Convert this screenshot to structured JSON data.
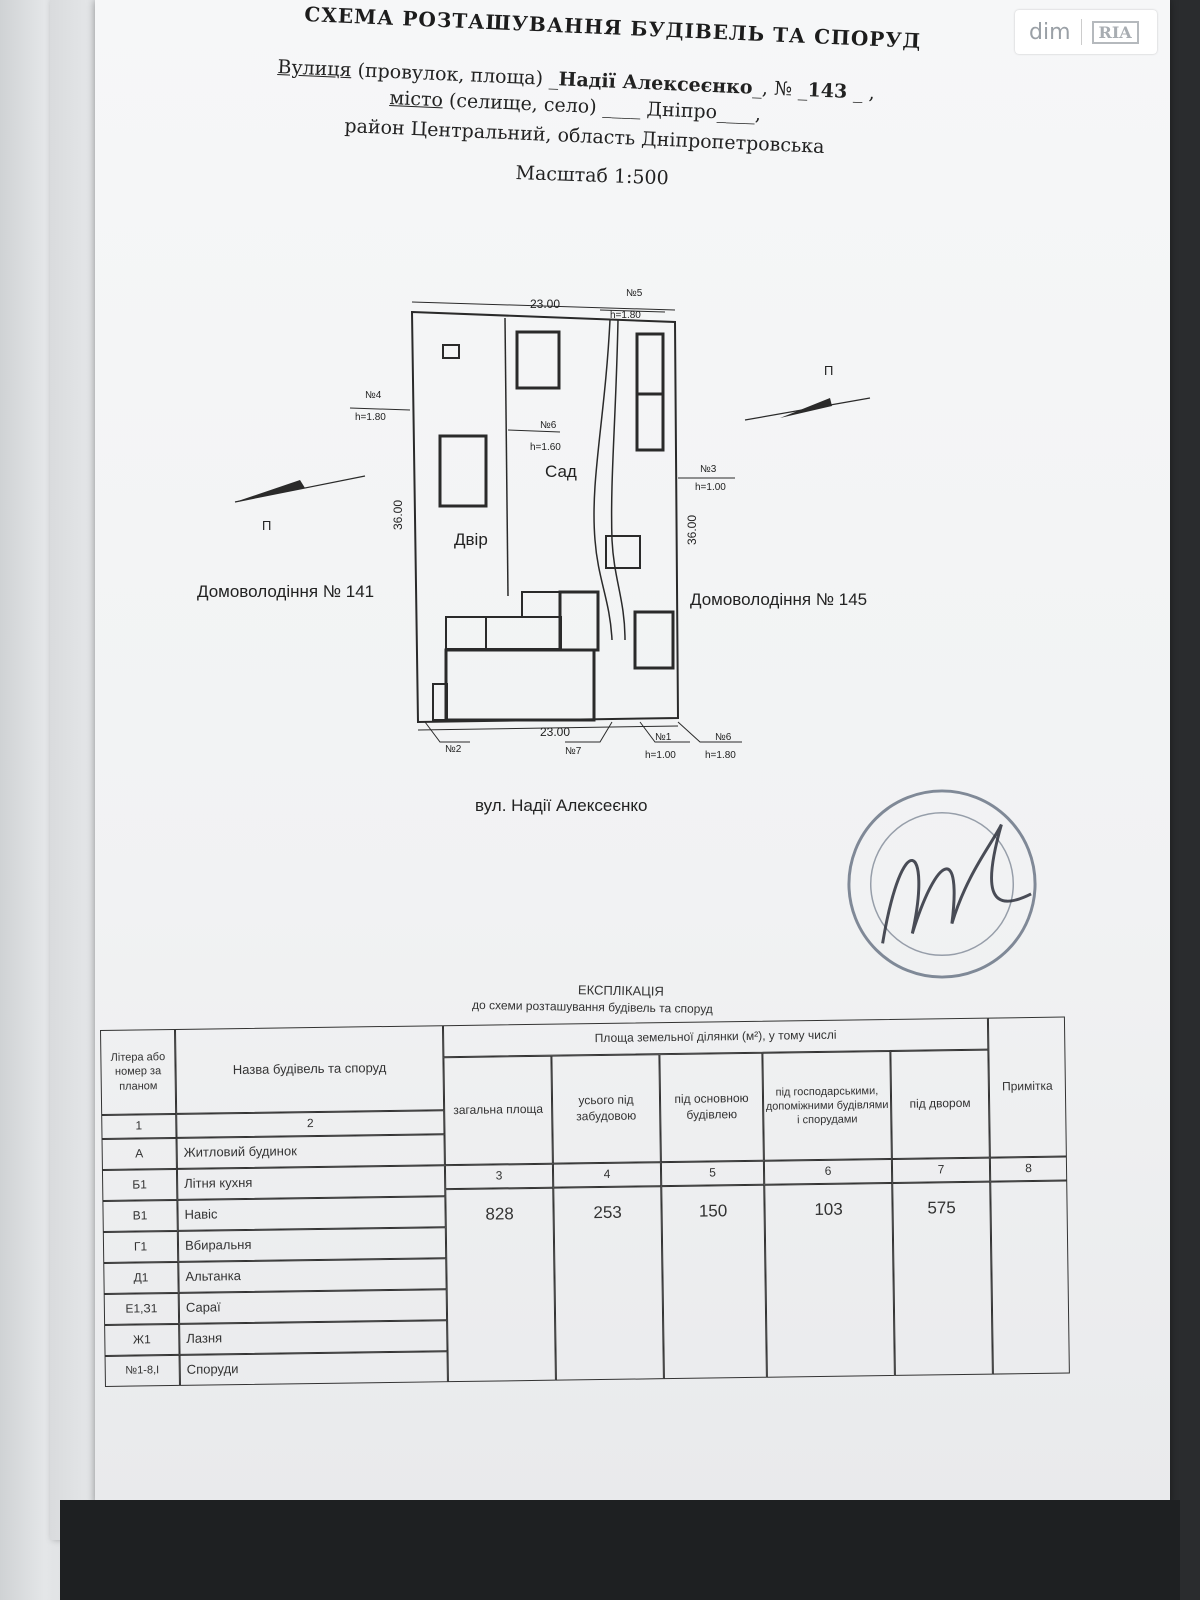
{
  "watermark": {
    "brand": "dim",
    "brand_mark": "RIA"
  },
  "header": {
    "title": "СХЕМА РОЗТАШУВАННЯ БУДІВЕЛЬ ТА СПОРУД",
    "street_label": "Вулиця",
    "street_rest": " (провулок, площа) _",
    "street_value": "Надії Алексеєнко",
    "number_label": "_, № _",
    "number_value": "143",
    "number_tail": " _ ,",
    "city_label": "місто",
    "city_rest": " (селище, село) ____ ",
    "city_value": "Дніпро",
    "city_tail": "____,",
    "district_line": "район Центральний, область Дніпропетровська",
    "scale": "Масштаб 1:500"
  },
  "plan": {
    "top_dimension": "23.00",
    "bottom_dimension": "23.00",
    "left_dimension": "36.00",
    "right_dimension": "36.00",
    "yard_label": "Двір",
    "garden_label": "Сад",
    "neighbor_left": "Домоволодіння № 141",
    "neighbor_right": "Домоволодіння № 145",
    "street_caption": "вул. Надії Алексеєнко",
    "fence_tags": [
      {
        "id": "№4",
        "h": "h=1.80"
      },
      {
        "id": "№6",
        "h": "h=1.60"
      },
      {
        "id": "№5",
        "h": "h=1.80"
      },
      {
        "id": "№3",
        "h": "h=1.00"
      },
      {
        "id": "№2",
        "h": ""
      },
      {
        "id": "№7",
        "h": ""
      },
      {
        "id": "№1",
        "h": "h=1.00"
      },
      {
        "id": "№6",
        "h": "h=1.80"
      }
    ],
    "north_mark_left": "П",
    "north_mark_right": "П"
  },
  "explication": {
    "title": "ЕКСПЛІКАЦІЯ",
    "subtitle": "до схеми розташування будівель та споруд",
    "headers": {
      "col1": "Літера або номер за планом",
      "col2": "Назва будівель та споруд",
      "group": "Площа земельної ділянки (м²), у тому числі",
      "col3": "загальна площа",
      "col4": "усього під забудовою",
      "col5": "під основною будівлею",
      "col6": "під господарськими, допоміжними будівлями і спорудами",
      "col7": "під двором",
      "col8": "Примітка"
    },
    "col_numbers": [
      "1",
      "2",
      "3",
      "4",
      "5",
      "6",
      "7",
      "8"
    ],
    "rows": [
      {
        "letter": "А",
        "name": "Житловий будинок"
      },
      {
        "letter": "Б1",
        "name": "Літня кухня"
      },
      {
        "letter": "В1",
        "name": "Навіс"
      },
      {
        "letter": "Г1",
        "name": "Вбиральня"
      },
      {
        "letter": "Д1",
        "name": "Альтанка"
      },
      {
        "letter": "Е1,З1",
        "name": "Сараї"
      },
      {
        "letter": "Ж1",
        "name": "Лазня"
      },
      {
        "letter": "№1-8,І",
        "name": "Споруди"
      }
    ],
    "values": {
      "total": "828",
      "built": "253",
      "main_building": "150",
      "auxiliary": "103",
      "yard": "575",
      "note": ""
    }
  }
}
